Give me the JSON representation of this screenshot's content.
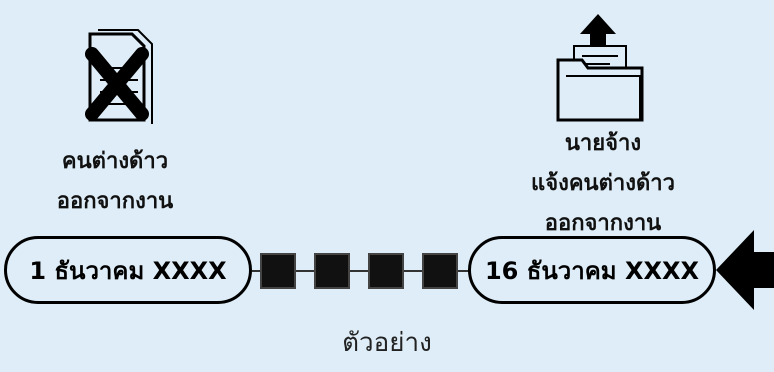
{
  "left": {
    "icon": "crossed-out-document-icon",
    "caption_line1": "คนต่างด้าว",
    "caption_line2": "ออกจากงาน",
    "date": "1 ธันวาคม XXXX"
  },
  "right": {
    "icon": "folder-upload-icon",
    "caption_line1": "นายจ้าง",
    "caption_line2": "แจ้งคนต่างด้าว",
    "caption_line3": "ออกจากงาน",
    "date": "16 ธันวาคม XXXX"
  },
  "timeline": {
    "steps": 4,
    "arrow_icon": "left-arrow-icon"
  },
  "footer": {
    "label": "ตัวอย่าง"
  },
  "colors": {
    "background": "#deedf7",
    "ink": "#000000"
  }
}
